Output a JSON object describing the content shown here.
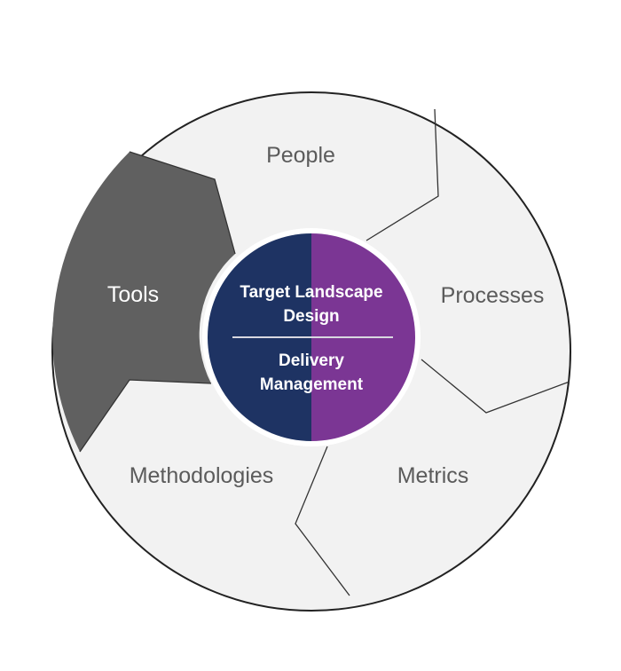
{
  "segments": [
    {
      "label": "People"
    },
    {
      "label": "Processes"
    },
    {
      "label": "Metrics"
    },
    {
      "label": "Methodologies"
    },
    {
      "label": "Tools",
      "highlighted": true
    }
  ],
  "center": {
    "top_line1": "Target Landscape",
    "top_line2": "Design",
    "bottom_line1": "Delivery",
    "bottom_line2": "Management"
  },
  "colors": {
    "segment_fill": "#f2f2f2",
    "highlight_fill": "#606060",
    "label_text": "#5b5b5b",
    "center_left": "#1e3363",
    "center_right": "#7b3694",
    "outline": "#222222"
  }
}
